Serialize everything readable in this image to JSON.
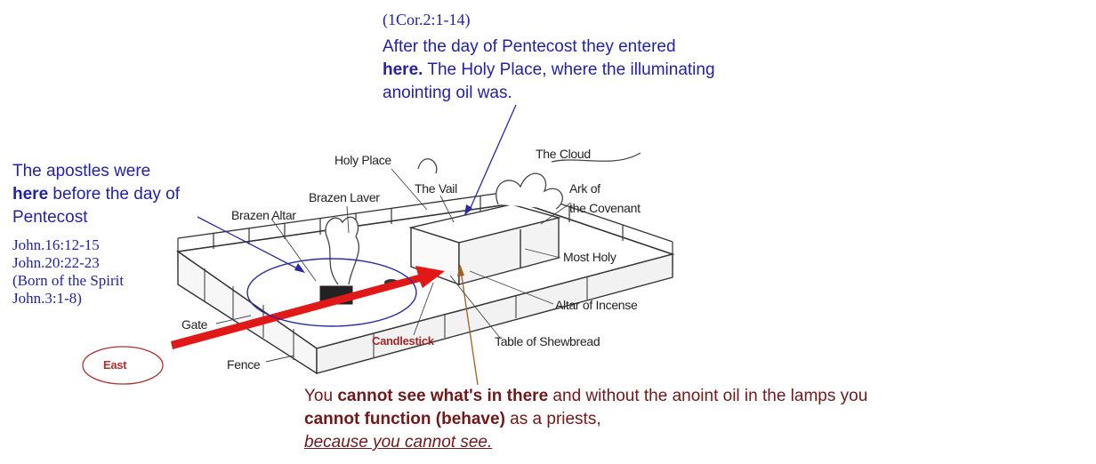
{
  "top_annotation": {
    "reference": "(1Cor.2:1-14)",
    "line1": "After the day of Pentecost they entered",
    "bold": "here.",
    "rest": " The Holy Place, where the illuminating anointing oil was."
  },
  "left_annotation": {
    "line1": "The apostles were",
    "bold": "here",
    "rest": " before the day of Pentecost",
    "refs": [
      "John.16:12-15",
      "John.20:22-23",
      "(Born of the Spirit",
      "John.3:1-8)"
    ]
  },
  "bottom_annotation": {
    "part1": "You ",
    "bold1": "cannot see what's in there",
    "part2": " and without the anoint oil in the lamps you ",
    "bold2": "cannot function (behave)",
    "part3": " as a priests,",
    "italic": "because you cannot see."
  },
  "diagram_labels": {
    "holy_place": "Holy Place",
    "the_cloud": "The Cloud",
    "the_vail": "The Vail",
    "ark": "Ark of",
    "ark2": "the Covenant",
    "brazen_laver": "Brazen Laver",
    "brazen_altar": "Brazen Altar",
    "most_holy": "Most Holy",
    "altar_of_incense": "Altar of Incense",
    "gate": "Gate",
    "candlestick": "Candlestick",
    "table_of_shewbread": "Table of Shewbread",
    "fence": "Fence",
    "east": "East"
  },
  "colors": {
    "annotation_blue": "#2323a0",
    "annotation_dark_red": "#6e1a1a",
    "arrow_red": "#e01818",
    "east_text": "#b03030"
  }
}
